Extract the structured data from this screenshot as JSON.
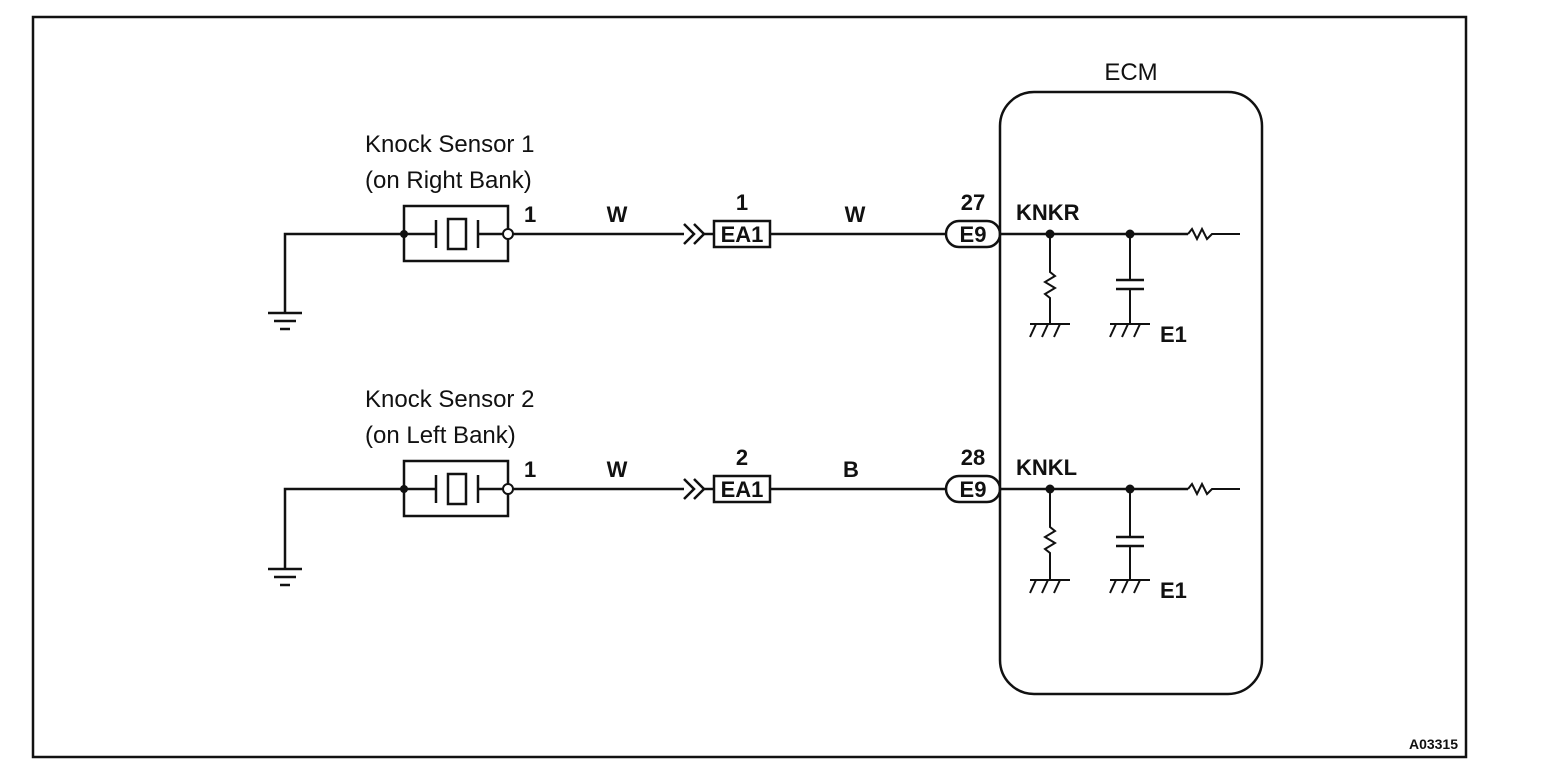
{
  "ecm": {
    "label": "ECM"
  },
  "figure_id": "A03315",
  "circuits": [
    {
      "sensor_name": "Knock Sensor 1",
      "sensor_location": "(on Right Bank)",
      "sensor_pin": "1",
      "wire_color_in": "W",
      "junction_pin": "1",
      "junction_connector": "EA1",
      "wire_color_out": "W",
      "ecm_pin": "27",
      "ecm_connector": "E9",
      "ecm_signal": "KNKR",
      "ground_label": "E1"
    },
    {
      "sensor_name": "Knock Sensor 2",
      "sensor_location": "(on Left Bank)",
      "sensor_pin": "1",
      "wire_color_in": "W",
      "junction_pin": "2",
      "junction_connector": "EA1",
      "wire_color_out": "B",
      "ecm_pin": "28",
      "ecm_connector": "E9",
      "ecm_signal": "KNKL",
      "ground_label": "E1"
    }
  ]
}
